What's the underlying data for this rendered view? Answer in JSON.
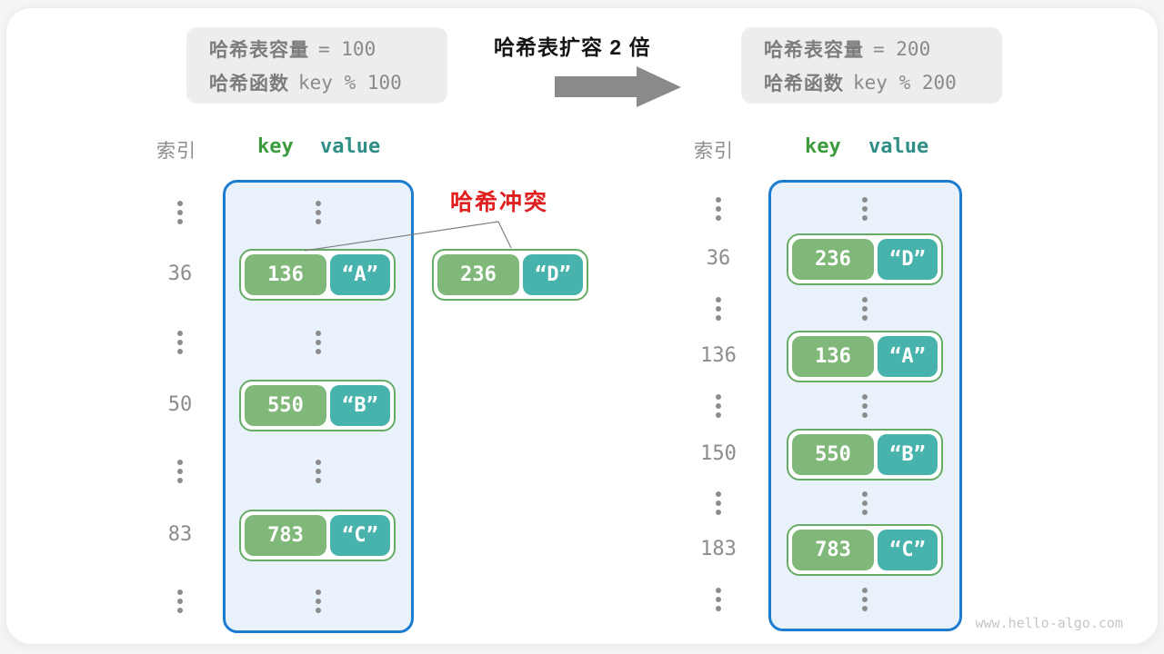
{
  "colors": {
    "key_fill": "#80B87A",
    "value_fill": "#48B2AC",
    "pair_border": "#67AC66",
    "table_border": "#1B7CD0",
    "table_fill": "#E9F2FB",
    "conflict_red": "#E01F1F",
    "arrow_gray": "#8A8A8A",
    "info_box_bg": "#EDEDED"
  },
  "icons": {
    "expand_arrow": "block-arrow-right",
    "ellipsis": "vertical-ellipsis-dots"
  },
  "transform": {
    "title": "哈希表扩容 2 倍"
  },
  "left": {
    "info": {
      "cap_label": "哈希表容量",
      "cap_value": "= 100",
      "fn_label": "哈希函数",
      "fn_value": "key % 100"
    },
    "header": {
      "index": "索引",
      "key": "key",
      "value": "value"
    },
    "rows": [
      {
        "index": "36",
        "key": "136",
        "value": "“A”"
      },
      {
        "index": "50",
        "key": "550",
        "value": "“B”"
      },
      {
        "index": "83",
        "key": "783",
        "value": "“C”"
      }
    ]
  },
  "conflict": {
    "label": "哈希冲突",
    "pair": {
      "key": "236",
      "value": "“D”"
    }
  },
  "right": {
    "info": {
      "cap_label": "哈希表容量",
      "cap_value": "= 200",
      "fn_label": "哈希函数",
      "fn_value": "key % 200"
    },
    "header": {
      "index": "索引",
      "key": "key",
      "value": "value"
    },
    "rows": [
      {
        "index": "36",
        "key": "236",
        "value": "“D”"
      },
      {
        "index": "136",
        "key": "136",
        "value": "“A”"
      },
      {
        "index": "150",
        "key": "550",
        "value": "“B”"
      },
      {
        "index": "183",
        "key": "783",
        "value": "“C”"
      }
    ]
  },
  "watermark": "www.hello-algo.com"
}
